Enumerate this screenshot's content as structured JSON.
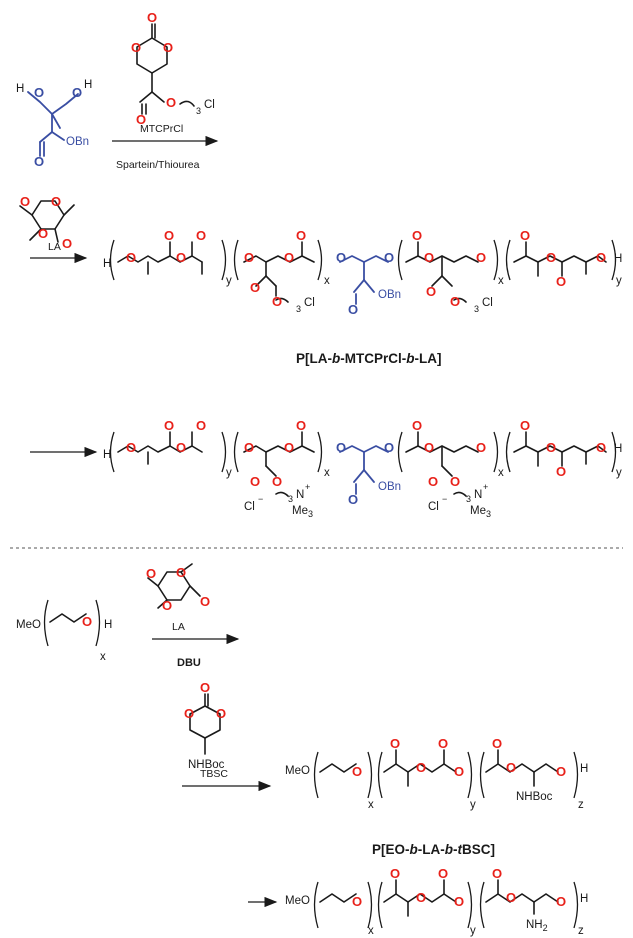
{
  "reagents": {
    "mtcprcl": "MTCPrCl",
    "catalyst_1": "Spartein/Thiourea",
    "la_1": "LA",
    "la_2": "LA",
    "dbu": "DBU",
    "tbsc": "TBSC"
  },
  "products": {
    "p1": {
      "prefix": "P[LA-",
      "b1": "b",
      "mid": "-MTCPrCl-",
      "b2": "b",
      "suffix": "-LA]"
    },
    "p2": {
      "prefix": "P[EO-",
      "b1": "b",
      "mid1": "-LA-",
      "b2": "b",
      "mid2": "-",
      "t": "t",
      "suffix": "BSC]"
    }
  },
  "atoms": {
    "o": "O",
    "h": "H",
    "cl": "Cl",
    "obn": "OBn",
    "meo": "MeO",
    "nhboc": "NHBoc",
    "nh2": "NH",
    "nh2_sub": "2",
    "n": "N",
    "plus": "+",
    "me3": "Me",
    "me3_sub": "3",
    "cl_minus": "Cl",
    "minus": "−",
    "sub3": "3"
  },
  "subscripts": {
    "x": "x",
    "y": "y",
    "z": "z"
  },
  "colors": {
    "oxygen": "#e8211a",
    "initiator": "#3a4ea3",
    "bond": "#1a1a1a"
  }
}
